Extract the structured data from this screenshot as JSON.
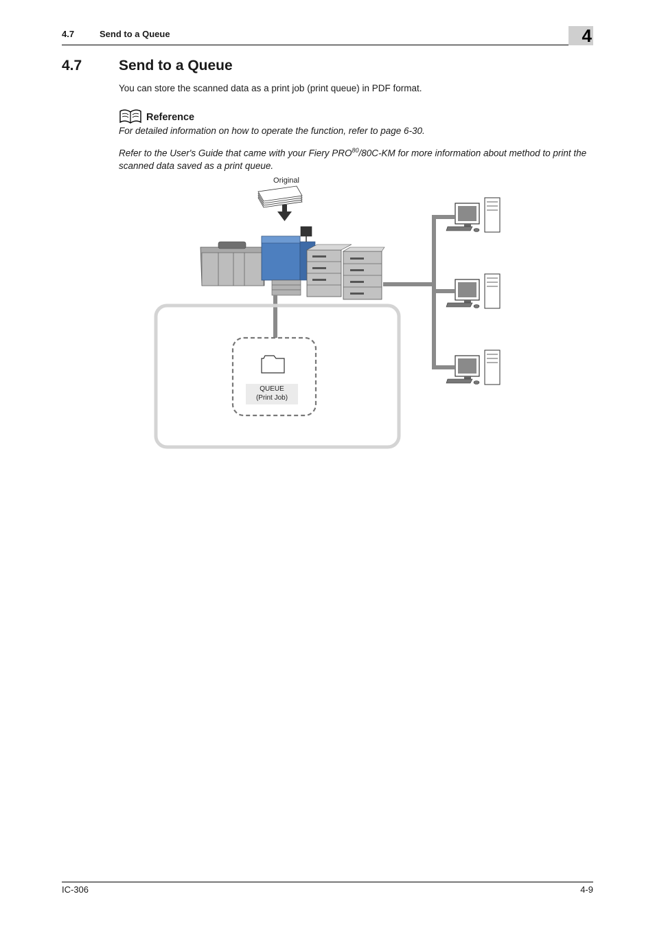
{
  "header": {
    "section_number": "4.7",
    "section_title": "Send to a Queue",
    "chapter_number": "4"
  },
  "section": {
    "number": "4.7",
    "title": "Send to a Queue"
  },
  "body": {
    "intro": "You can store the scanned data as a print job (print queue) in PDF format."
  },
  "reference": {
    "label": "Reference",
    "line1": "For detailed information on how to operate the function, refer to page 6-30.",
    "line2_before": "Refer to the User's Guide that came with your Fiery PRO",
    "line2_sup": "80",
    "line2_after": "/80C-KM for more information about method to print the scanned data saved as a print queue."
  },
  "diagram": {
    "original_label": "Original",
    "queue_label_line1": "QUEUE",
    "queue_label_line2": "(Print Job)",
    "colors": {
      "network_line": "#8a8a8a",
      "frame": "#d4d4d4",
      "printer_body": "#4d7fbf",
      "finisher": "#b9b9b9"
    }
  },
  "footer": {
    "left": "IC-306",
    "right": "4-9"
  }
}
